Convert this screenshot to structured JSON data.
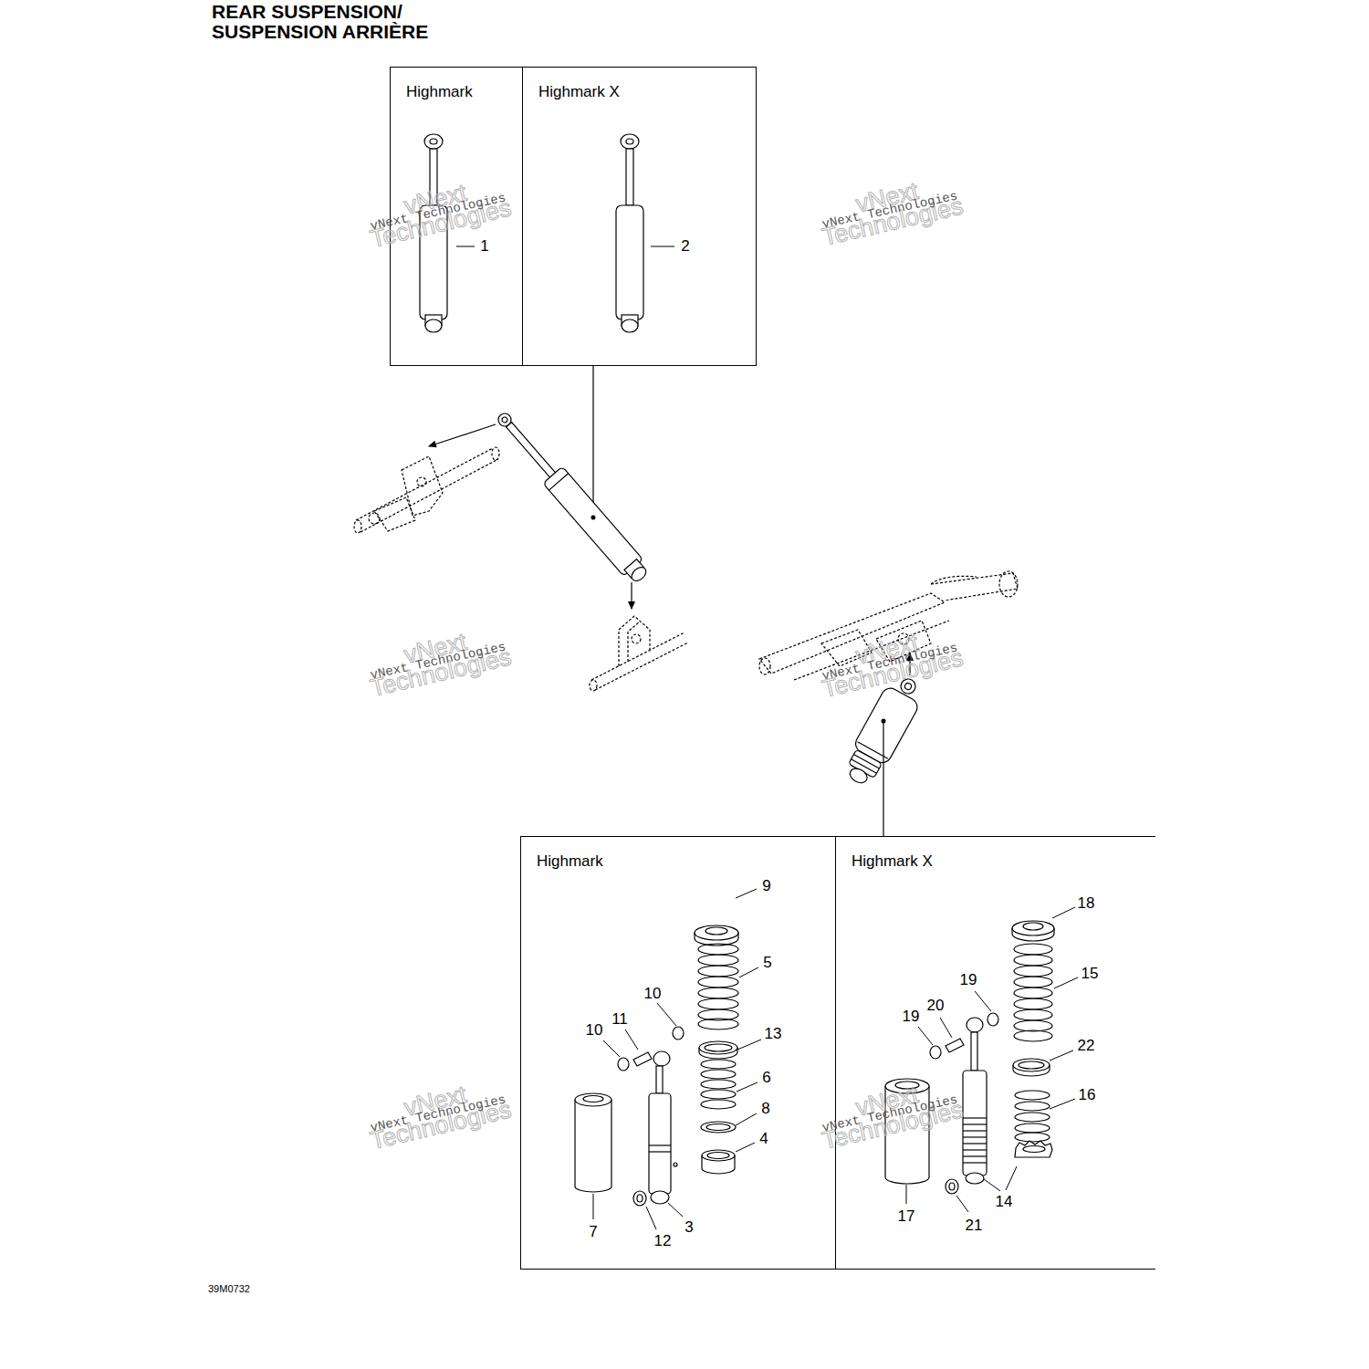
{
  "diagram": {
    "title": "REAR SUSPENSION/ SUSPENSION ARRIÈRE",
    "nodes": [
      {
        "text": [
          "Highmark"
        ]
      },
      {
        "text": [
          "Highmark X"
        ]
      },
      {
        "text": [
          "Highmark"
        ]
      },
      {
        "text": [
          "Highmark X"
        ]
      }
    ],
    "labels": [
      "1",
      "2",
      "vNext Technologies",
      "vNext Technologies",
      "vNext Technologies",
      "vNext Technologies",
      "vNext Technologies",
      "vNext Technologies",
      "vNext Technologies",
      "vNext Technologies",
      "9",
      "5",
      "10",
      "11",
      "10",
      "13",
      "6",
      "8",
      "4",
      "7",
      "12",
      "3",
      "18",
      "15",
      "19",
      "20",
      "19",
      "22",
      "16",
      "17",
      "21",
      "14",
      "vNext Technologies",
      "vNext Technologies",
      "vNext Technologies",
      "vNext Technologies",
      "39M0732"
    ]
  }
}
